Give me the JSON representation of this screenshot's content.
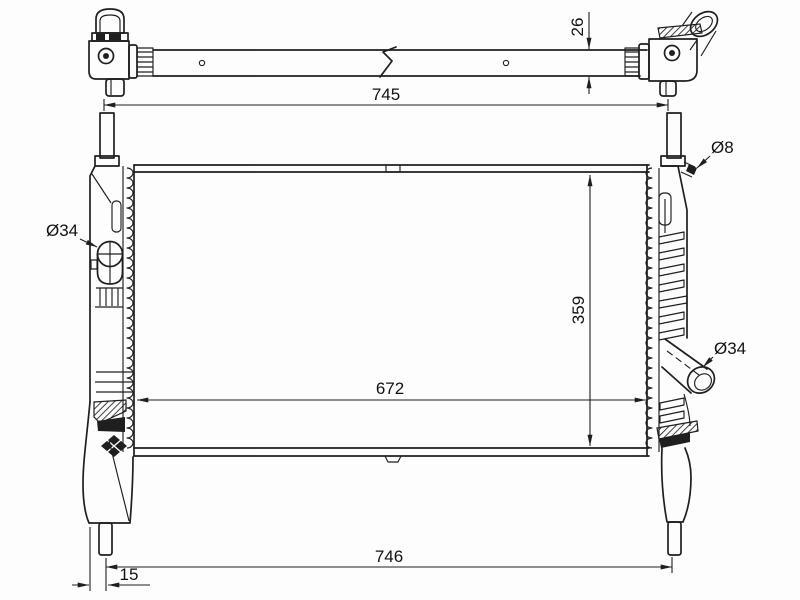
{
  "drawing": {
    "background": "#fdfdfd",
    "line_color": "#1f1f1f",
    "dimensions": {
      "top_pin_span": "745",
      "crossbar_thickness": "26",
      "left_inlet_diameter": "Ø34",
      "bleed_port_diameter": "Ø8",
      "core_height": "359",
      "core_width": "672",
      "right_outlet_diameter": "Ø34",
      "bottom_pin_span": "746",
      "pin_offset": "15"
    }
  }
}
